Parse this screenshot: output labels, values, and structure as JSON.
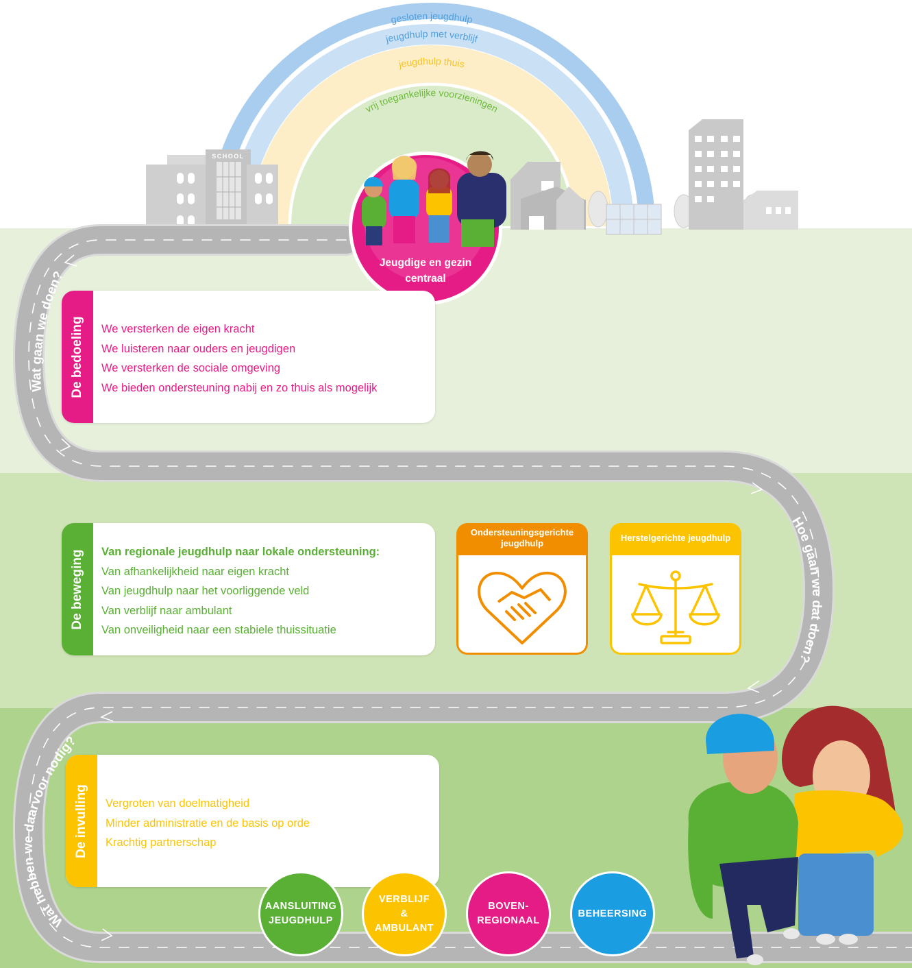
{
  "arcs": [
    {
      "label": "gesloten jeugdhulp",
      "color": "#bcd9f0",
      "text_color": "#4f9fdc"
    },
    {
      "label": "jeugdhulp met verblijf",
      "color": "#cfe3f5",
      "text_color": "#4f9fdc"
    },
    {
      "label": "jeugdhulp thuis",
      "color": "#fdeec8",
      "text_color": "#f7c31b"
    },
    {
      "label": "vrij toegankelijke voorzieningen",
      "color": "#d9ebc8",
      "text_color": "#6dbb3a"
    }
  ],
  "center_badge": {
    "label_line1": "Jeugdige en gezin",
    "label_line2": "centraal",
    "color": "#e61c86"
  },
  "building_sign": "SCHOOL",
  "road_questions": {
    "q1": "Wat gaan we doen?",
    "q2": "Hoe gaan we dat doen?",
    "q3": "Wat hebben we daarvoor nodig?"
  },
  "section_bedoeling": {
    "tab": "De bedoeling",
    "color": "#e61c86",
    "lines": [
      "We versterken de eigen kracht",
      "We luisteren naar ouders en jeugdigen",
      "We versterken de sociale omgeving",
      "We bieden ondersteuning nabij en zo thuis als mogelijk"
    ]
  },
  "section_beweging": {
    "tab": "De beweging",
    "color": "#5aaf35",
    "heading": "Van regionale jeugdhulp naar lokale ondersteuning:",
    "lines": [
      "Van afhankelijkheid naar eigen kracht",
      "Van jeugdhulp naar het voorliggende veld",
      "Van verblijf naar ambulant",
      "Van onveiligheid naar een stabiele thuissituatie"
    ]
  },
  "icon_boxes": [
    {
      "title": "Ondersteuningsgerichte jeugdhulp",
      "color": "#f18e00",
      "icon": "heart-handshake-icon"
    },
    {
      "title": "Herstelgerichte jeugdhulp",
      "color": "#fcc400",
      "icon": "scales-icon"
    }
  ],
  "section_invulling": {
    "tab": "De invulling",
    "color": "#fcc400",
    "lines": [
      "Vergroten van doelmatigheid",
      "Minder administratie en de basis op orde",
      "Krachtig partnerschap"
    ]
  },
  "themes": [
    {
      "line1": "AANSLUITING",
      "line2": "JEUGDHULP",
      "line3": "",
      "color": "#5aaf35"
    },
    {
      "line1": "VERBLIJF",
      "line2": "&",
      "line3": "AMBULANT",
      "color": "#fcc400"
    },
    {
      "line1": "BOVEN-",
      "line2": "REGIONAAL",
      "line3": "",
      "color": "#e61c86"
    },
    {
      "line1": "BEHEERSING",
      "line2": "",
      "line3": "",
      "color": "#1b9de2"
    }
  ],
  "colors": {
    "band1": "#e6f0da",
    "band2": "#cfe4b6",
    "band3": "#add38d",
    "road": "#b5b5b5",
    "road_edge": "#d6d6d6"
  }
}
